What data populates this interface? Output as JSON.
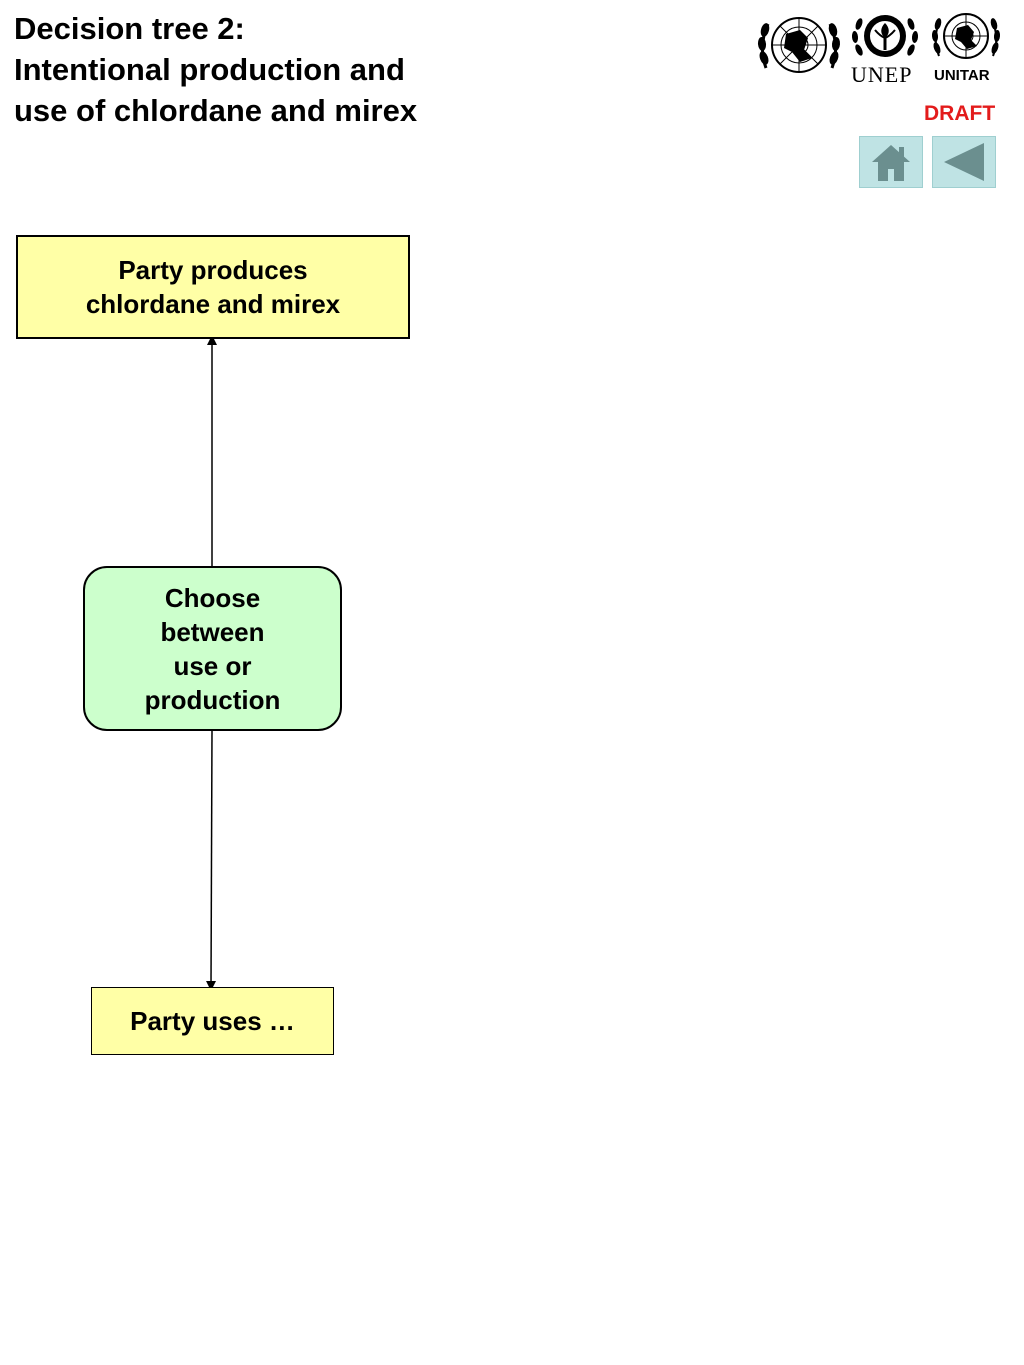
{
  "title": {
    "line1": "Decision tree 2:",
    "line2": "Intentional production and",
    "line3": "use of chlordane and mirex"
  },
  "logos": {
    "un_icon": "un-emblem-icon",
    "unep_icon": "unep-emblem-icon",
    "unep_caption": "UNEP",
    "unitar_icon": "unitar-emblem-icon",
    "unitar_caption": "UNITAR"
  },
  "status": {
    "draft_label": "DRAFT"
  },
  "navigation": {
    "home_icon": "home-icon",
    "back_icon": "back-triangle-icon"
  },
  "diagram": {
    "nodes": {
      "produces": "Party produces\nchlordane and mirex",
      "choose": "Choose\nbetween\nuse or\nproduction",
      "uses": "Party uses …"
    },
    "edges": [
      {
        "from": "choose",
        "to": "produces"
      },
      {
        "from": "choose",
        "to": "uses"
      }
    ]
  },
  "colors": {
    "draft": "#e31b1b",
    "terminal_box_fill": "#ffffa6",
    "decision_box_fill": "#ccffcc",
    "nav_button_fill": "#bfe3e4",
    "nav_icon": "#6b8f8f"
  }
}
